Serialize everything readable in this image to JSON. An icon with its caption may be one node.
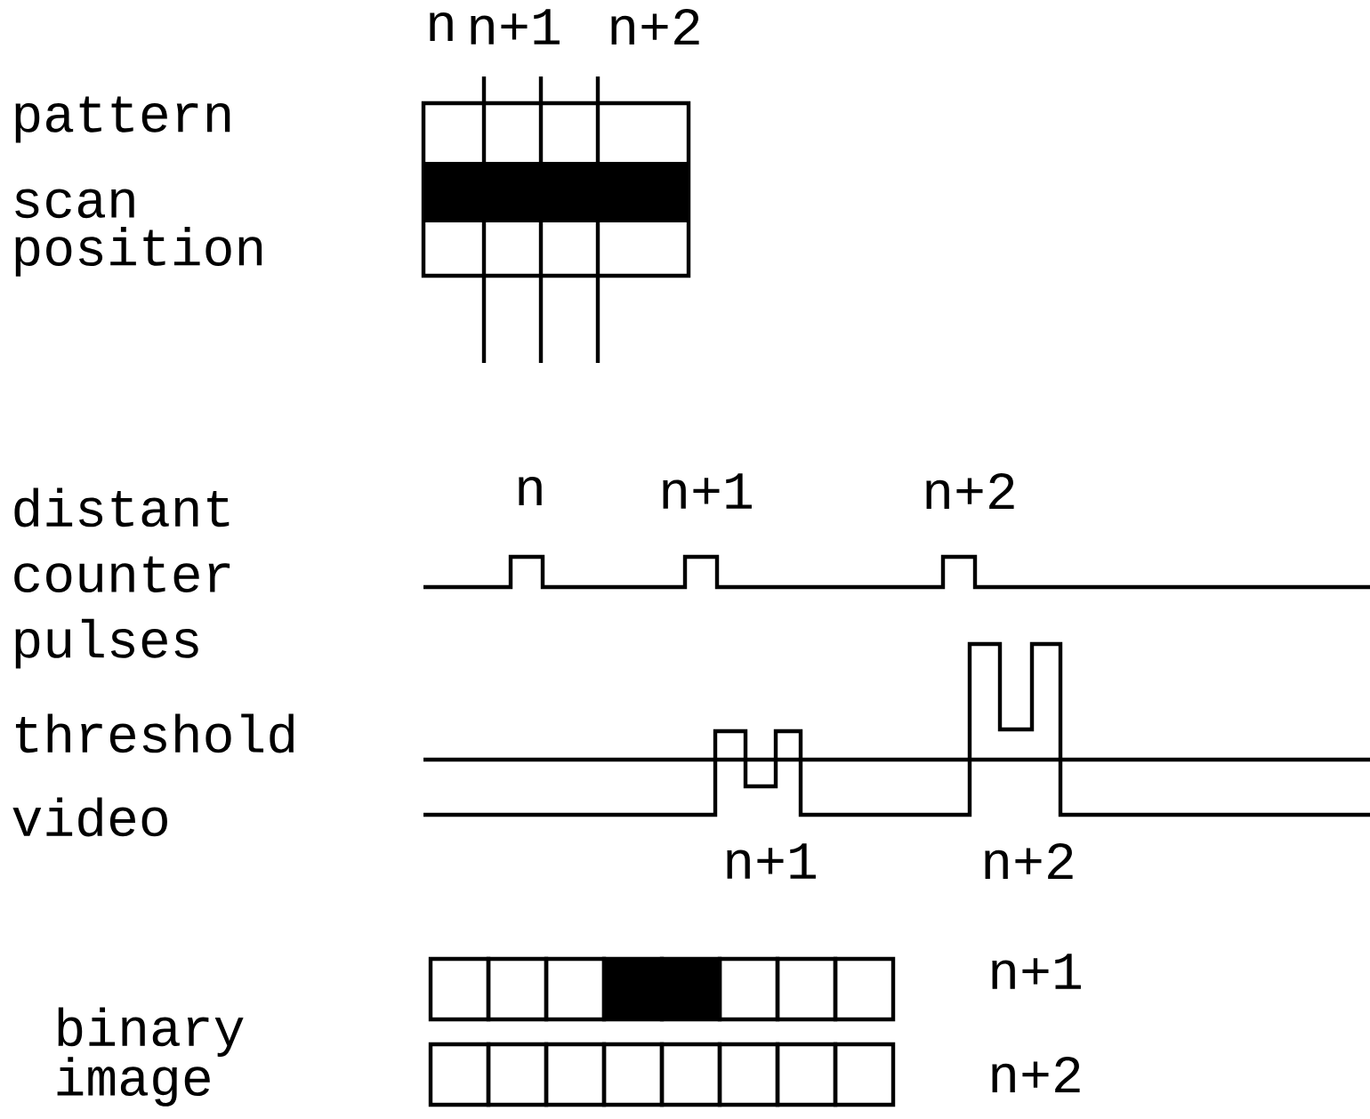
{
  "diagram": {
    "labels": [
      "n",
      "n+1",
      "n+2",
      "pattern",
      "scan position",
      "distant counter pulses",
      "n",
      "n+1",
      "n+2",
      "threshold",
      "video",
      "n+1",
      "n+2",
      "binary image",
      "n+1",
      "n+2"
    ]
  }
}
